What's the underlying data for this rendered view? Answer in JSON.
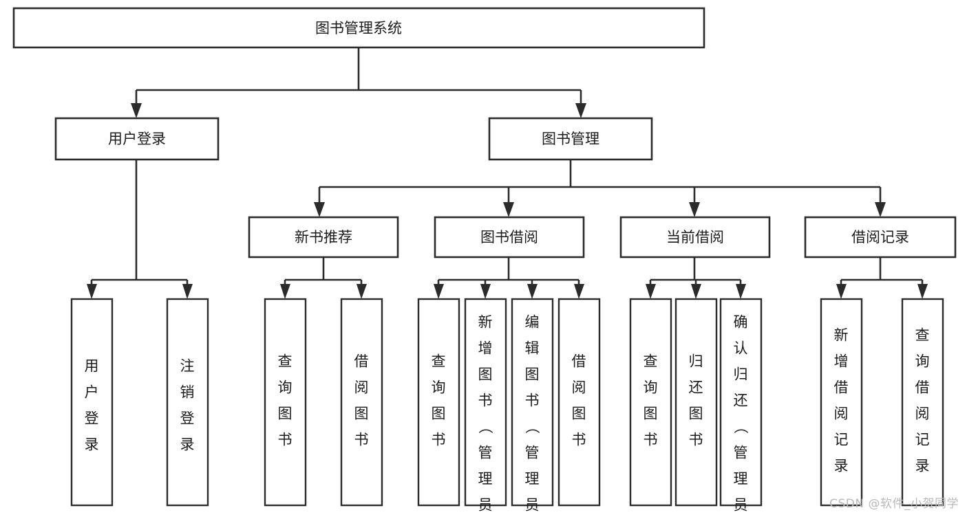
{
  "diagram": {
    "type": "tree-hierarchy-chart",
    "title": "图书管理系统",
    "watermark": "CSDN @软件_小贺同学",
    "colors": {
      "box_stroke": "#2b2b2b",
      "box_fill": "#ffffff",
      "text": "#1b1b1b",
      "background": "#ffffff",
      "watermark": "#b9b9b9"
    },
    "root": {
      "label": "图书管理系统",
      "name": "node-root-system"
    },
    "level2": [
      {
        "label": "用户登录",
        "name": "node-user-login"
      },
      {
        "label": "图书管理",
        "name": "node-book-management"
      }
    ],
    "level3": [
      {
        "label": "新书推荐",
        "name": "node-new-book-recommend"
      },
      {
        "label": "图书借阅",
        "name": "node-book-borrow"
      },
      {
        "label": "当前借阅",
        "name": "node-current-borrow"
      },
      {
        "label": "借阅记录",
        "name": "node-borrow-record"
      }
    ],
    "leaves": {
      "user_login": [
        {
          "label": "用户登录",
          "name": "leaf-user-login"
        },
        {
          "label": "注销登录",
          "name": "leaf-logout"
        }
      ],
      "new_book_recommend": [
        {
          "label": "查询图书",
          "name": "leaf-query-book-1"
        },
        {
          "label": "借阅图书",
          "name": "leaf-borrow-book-1"
        }
      ],
      "book_borrow": [
        {
          "label": "查询图书",
          "name": "leaf-query-book-2"
        },
        {
          "label": "新增图书（管理员）",
          "name": "leaf-add-book-admin"
        },
        {
          "label": "编辑图书（管理员）",
          "name": "leaf-edit-book-admin"
        },
        {
          "label": "借阅图书",
          "name": "leaf-borrow-book-2"
        }
      ],
      "current_borrow": [
        {
          "label": "查询图书",
          "name": "leaf-query-book-3"
        },
        {
          "label": "归还图书",
          "name": "leaf-return-book"
        },
        {
          "label": "确认归还（管理员）",
          "name": "leaf-confirm-return-admin"
        }
      ],
      "borrow_record": [
        {
          "label": "新增借阅记录",
          "name": "leaf-add-borrow-record"
        },
        {
          "label": "查询借阅记录",
          "name": "leaf-query-borrow-record"
        }
      ]
    }
  }
}
